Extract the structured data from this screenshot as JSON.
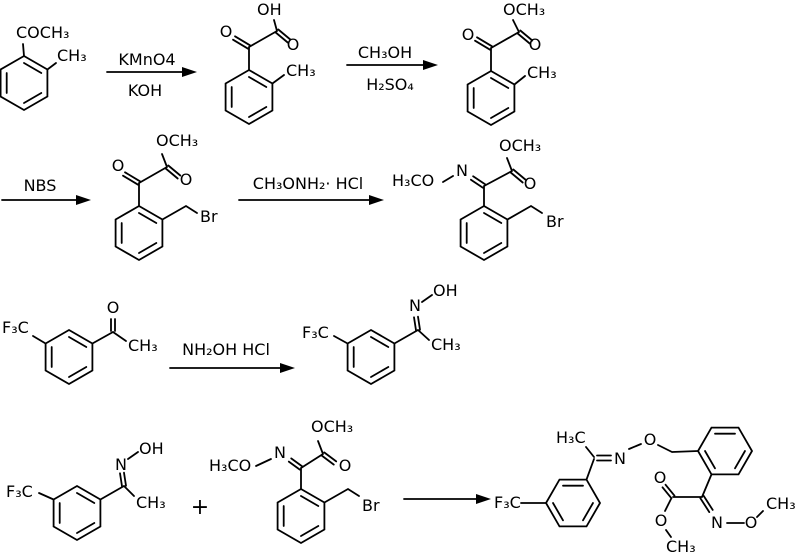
{
  "scheme": {
    "description": "Four-row chemical reaction scheme for the synthesis of trifloxystrobin",
    "colors": {
      "background": "#ffffff",
      "line": "#000000",
      "text": "#000000"
    },
    "steps": {
      "step1": {
        "above": "KMnO4",
        "below": "KOH"
      },
      "step2": {
        "above": "CH₃OH",
        "below": "H₂SO₄"
      },
      "step3": {
        "above": "NBS"
      },
      "step4": {
        "above": "CH₃ONH₂· HCl"
      },
      "step5": {
        "above": "NH₂OH HCl"
      }
    },
    "plus_sign": "+",
    "labels": {
      "s1": {
        "acyl": "COCH₃",
        "methyl": "CH₃"
      },
      "s2": {
        "oh": "OH",
        "keto_o": "O",
        "carbonyl_o": "O",
        "methyl": "CH₃"
      },
      "s3": {
        "ome": "OCH₃",
        "keto_o": "O",
        "carbonyl_o": "O",
        "methyl": "CH₃"
      },
      "s4": {
        "ome": "OCH₃",
        "keto_o": "O",
        "carbonyl_o": "O",
        "br": "Br"
      },
      "s5": {
        "ome": "OCH₃",
        "n": "N",
        "methoxyamino": "H₃CO",
        "carbonyl_o": "O",
        "br": "Br"
      },
      "s6": {
        "f3c": "F₃C",
        "o": "O",
        "methyl": "CH₃"
      },
      "s7": {
        "f3c": "F₃C",
        "n": "N",
        "oh": "OH",
        "methyl": "CH₃"
      },
      "s10": {
        "h3c": "H₃C",
        "n1": "N",
        "o1": "O",
        "f3c": "F₃C",
        "keto_o": "O",
        "ester_o": "O",
        "ester_me": "CH₃",
        "n2": "N",
        "o2": "O",
        "ome": "CH₃"
      }
    }
  }
}
